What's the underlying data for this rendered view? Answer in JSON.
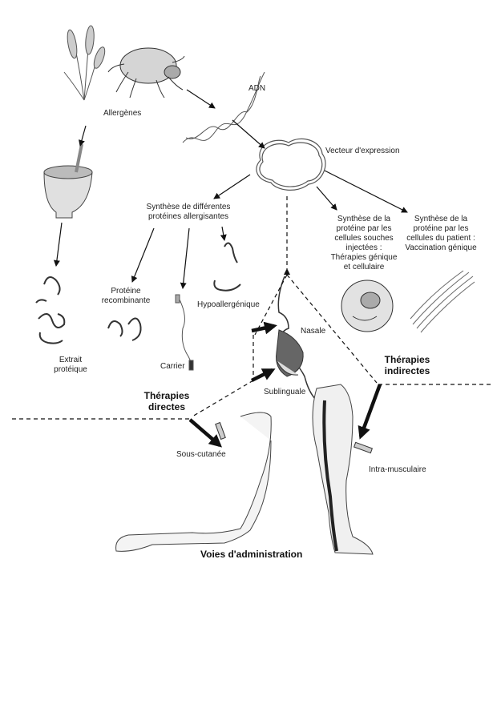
{
  "labels": {
    "allergenes": "Allergènes",
    "adn": "ADN",
    "vecteur": "Vecteur d'expression",
    "synthese_diff": [
      "Synthèse de différentes",
      "protéines allergisantes"
    ],
    "synthese_souches": [
      "Synthèse de la",
      "protéine par les",
      "cellules souches",
      "injectées :",
      "Thérapies génique",
      "et cellulaire"
    ],
    "synthese_patient": [
      "Synthèse de la",
      "protéine par les",
      "cellules du patient :",
      "Vaccination génique"
    ],
    "proteine_recomb": [
      "Protéine",
      "recombinante"
    ],
    "hypoallergenique": "Hypoallergénique",
    "extrait": [
      "Extrait",
      "protéique"
    ],
    "carrier": "Carrier",
    "nasale": "Nasale",
    "sublinguale": "Sublinguale",
    "therapies_directes": [
      "Thérapies",
      "directes"
    ],
    "therapies_indirectes": [
      "Thérapies",
      "indirectes"
    ],
    "sous_cutanee": "Sous-cutanée",
    "intra_musculaire": "Intra-musculaire",
    "voies": "Voies d'administration"
  },
  "icons": [
    "wheat-icon",
    "mite-icon",
    "dna-icon",
    "plasmid-icon",
    "mortar-icon",
    "protein-icon",
    "cell-icon",
    "muscle-fiber-icon",
    "mouth-icon",
    "arm-icon",
    "leg-icon",
    "syringe-icon"
  ]
}
